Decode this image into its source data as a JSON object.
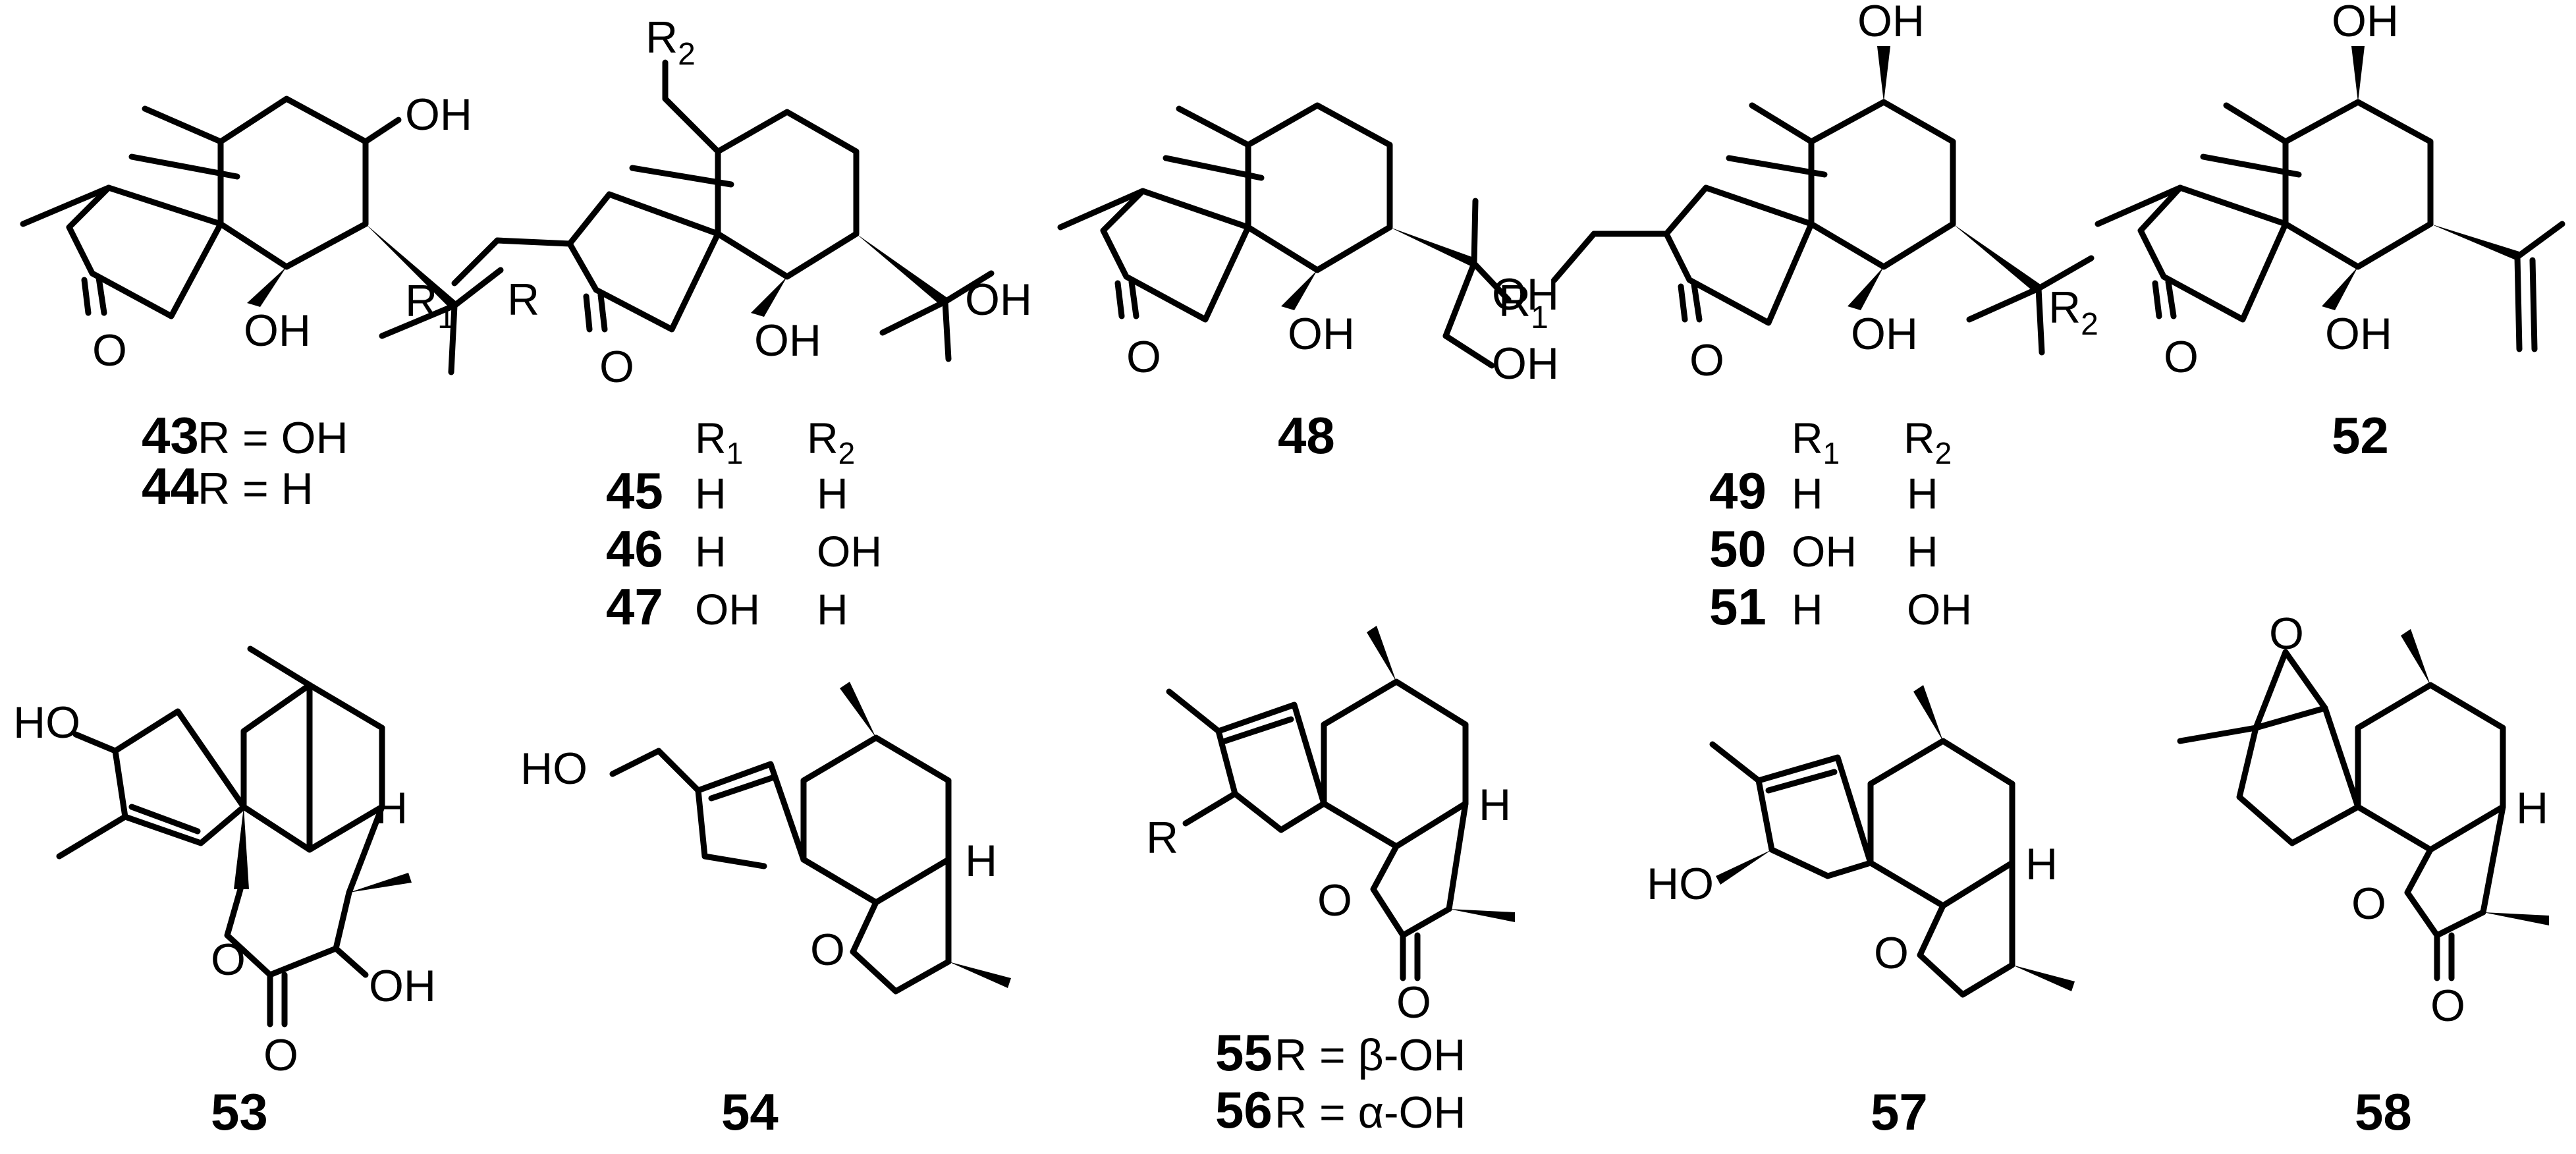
{
  "figure": {
    "compounds": {
      "c43": {
        "number": "43",
        "label": "R = OH"
      },
      "c44": {
        "number": "44",
        "label": "R = H"
      },
      "c45": {
        "number": "45",
        "r1": "H",
        "r2": "H"
      },
      "c46": {
        "number": "46",
        "r1": "H",
        "r2": "OH"
      },
      "c47": {
        "number": "47",
        "r1": "OH",
        "r2": "H"
      },
      "c48": {
        "number": "48"
      },
      "c49": {
        "number": "49",
        "r1": "H",
        "r2": "H"
      },
      "c50": {
        "number": "50",
        "r1": "OH",
        "r2": "H"
      },
      "c51": {
        "number": "51",
        "r1": "H",
        "r2": "OH"
      },
      "c52": {
        "number": "52"
      },
      "c53": {
        "number": "53"
      },
      "c54": {
        "number": "54"
      },
      "c55": {
        "number": "55",
        "label": "R = β-OH"
      },
      "c56": {
        "number": "56",
        "label": "R = α-OH"
      },
      "c57": {
        "number": "57"
      },
      "c58": {
        "number": "58"
      }
    },
    "headers": {
      "r1": "R",
      "r1_sub": "1",
      "r2": "R",
      "r2_sub": "2"
    },
    "atoms": {
      "oh": "OH",
      "ho": "HO",
      "o": "O",
      "h": "H",
      "r": "R",
      "r1": "R",
      "r1_sub": "1",
      "r2": "R",
      "r2_sub": "2"
    }
  }
}
